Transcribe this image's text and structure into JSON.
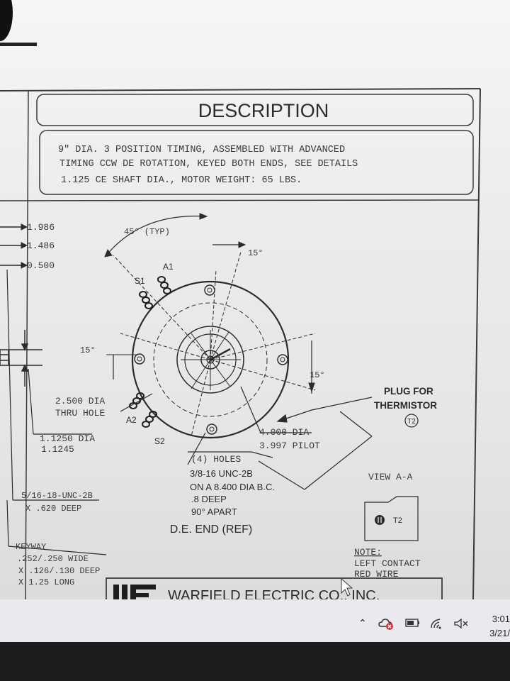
{
  "drawing": {
    "description_title": "DESCRIPTION",
    "description_lines": [
      "9\" DIA. 3 POSITION TIMING, ASSEMBLED WITH ADVANCED",
      "TIMING CCW DE ROTATION, KEYED BOTH ENDS, SEE DETAILS",
      "1.125 CE SHAFT DIA., MOTOR WEIGHT: 65 LBS."
    ],
    "dims_left": [
      "1.986",
      "1.486",
      "0.500"
    ],
    "angle_45": "45° (TYP)",
    "angle_15_top": "15°",
    "angle_15_left": "15°",
    "angle_15_right": "15°",
    "terminal_a1": "A1",
    "terminal_s1": "S1",
    "terminal_a2": "A2",
    "terminal_s2": "S2",
    "thru_hole_line1": "2.500 DIA",
    "thru_hole_line2": "THRU HOLE",
    "shaft_dia_line1": "1.1250 DIA",
    "shaft_dia_line2": "1.1245",
    "pilot_line1": "4.000 DIA",
    "pilot_line2": "3.997 PILOT",
    "holes_lines": [
      "(4) HOLES",
      "3/8-16 UNC-2B",
      "ON A 8.400 DIA B.C.",
      ".8 DEEP",
      "90° APART"
    ],
    "tap_line1": "5/16-18-UNC-2B",
    "tap_line2": "X .620 DEEP",
    "de_end": "D.E. END (REF)",
    "keyway_lines": [
      "KEYWAY",
      ".252/.250 WIDE",
      "X .126/.130 DEEP",
      "X 1.25 LONG"
    ],
    "plug_line1": "PLUG FOR",
    "plug_line2": "THERMISTOR",
    "plug_t2": "T2",
    "view_aa": "VIEW A-A",
    "connector_t2": "T2",
    "note_title": "NOTE:",
    "note_line1": "LEFT CONTACT",
    "note_line2": "RED WIRE",
    "company": "WARFIELD ELECTRIC CO., INC."
  },
  "taskbar": {
    "icons": [
      "chevron-up-icon",
      "onedrive-error-icon",
      "battery-icon",
      "wifi-icon",
      "volume-muted-icon"
    ],
    "time": "3:01",
    "date": "3/21/"
  },
  "colors": {
    "paper": "#eeeeee",
    "ink": "#2b2b2b",
    "taskbar": "#e9eaee",
    "bezel": "#1d1d1d"
  }
}
